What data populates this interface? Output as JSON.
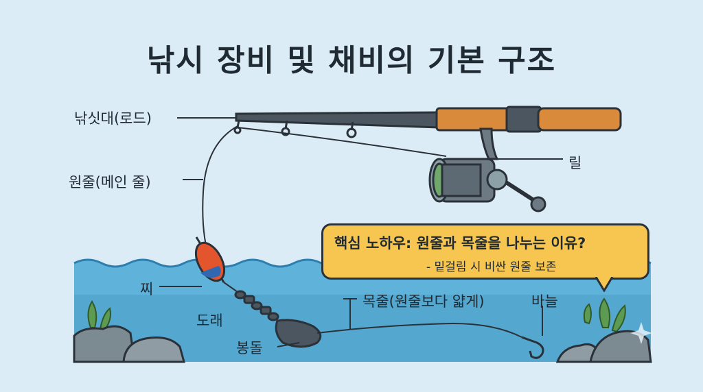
{
  "title": "낚시 장비 및 채비의 기본 구조",
  "labels": {
    "rod": "낚싯대(로드)",
    "reel": "릴",
    "main_line": "원줄(메인 줄)",
    "float": "찌",
    "swivel": "도래",
    "sinker": "봉돌",
    "leader": "목줄(원줄보다 얇게)",
    "hook": "바늘"
  },
  "callout": {
    "title": "핵심 노하우: 원줄과 목줄을 나누는 이유?",
    "subtitle": "- 밑걸림 시 비싼 원줄 보존"
  },
  "colors": {
    "background": "#dcecf6",
    "water": "#4fa6cf",
    "rod_handle": "#d98a3a",
    "callout": "#f7c651",
    "float_red": "#e2552d"
  }
}
